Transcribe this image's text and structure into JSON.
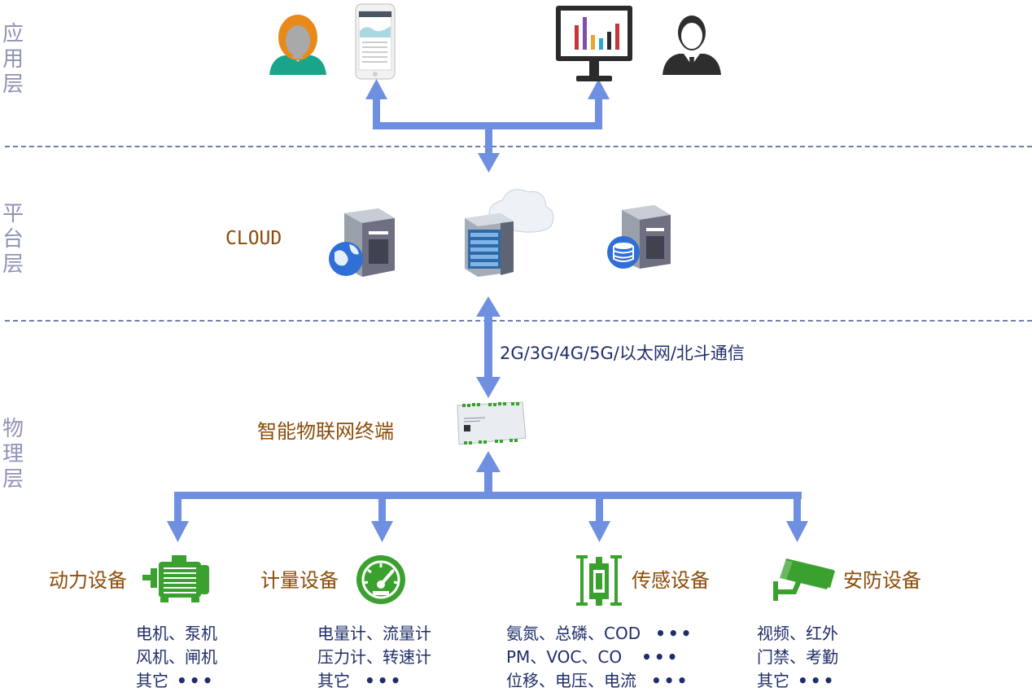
{
  "layers": {
    "application": "应用层",
    "platform": "平台层",
    "physical": "物理层"
  },
  "platform": {
    "cloud_label": "CLOUD"
  },
  "communication": {
    "label": "2G/3G/4G/5G/以太网/北斗通信"
  },
  "terminal": {
    "label": "智能物联网终端"
  },
  "devices": [
    {
      "label": "动力设备",
      "icon": "motor-icon",
      "items": [
        "电机、泵机",
        "风机、闸机",
        "其它"
      ],
      "dots": [
        "",
        "",
        "•••"
      ]
    },
    {
      "label": "计量设备",
      "icon": "gauge-icon",
      "items": [
        "电量计、流量计",
        "压力计、转速计",
        "其它"
      ],
      "dots": [
        "",
        "",
        "•••"
      ]
    },
    {
      "label": "传感设备",
      "icon": "sensor-icon",
      "items": [
        "氨氮、总磷、COD",
        "PM、VOC、CO",
        "位移、电压、电流"
      ],
      "dots": [
        "•••",
        "•••",
        "•••"
      ]
    },
    {
      "label": "安防设备",
      "icon": "camera-icon",
      "items": [
        "视频、红外",
        "门禁、考勤",
        "其它"
      ],
      "dots": [
        "",
        "",
        "•••"
      ]
    }
  ],
  "colors": {
    "arrow": "#6f8fe0",
    "dashed_line": "#6e7fa7",
    "layer_text": "#8f93b5",
    "category_text": "#8a4c08",
    "list_text": "#1f2d6a",
    "icon_green": "#3aa12e"
  }
}
